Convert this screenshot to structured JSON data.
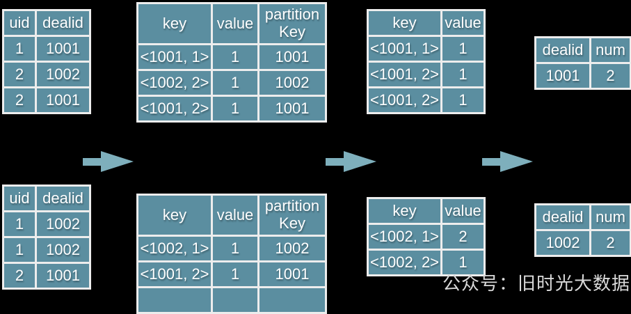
{
  "colors": {
    "background": "#000000",
    "table_fill": "#5b8ea0",
    "table_border": "#ededed",
    "table_text": "#ffffff",
    "arrow": "#7eafbc",
    "watermark": "#d9d9d9"
  },
  "watermark": {
    "text": "公众号：旧时光大数据"
  },
  "icons": {
    "flow_arrow": "right-arrow"
  },
  "tables": {
    "input_a": {
      "headers": [
        "uid",
        "dealid"
      ],
      "rows": [
        [
          "1",
          "1001"
        ],
        [
          "2",
          "1002"
        ],
        [
          "2",
          "1001"
        ]
      ]
    },
    "mapped_a": {
      "headers": [
        "key",
        "value",
        "partition\nKey"
      ],
      "rows": [
        [
          "<1001, 1>",
          "1",
          "1001"
        ],
        [
          "<1002, 2>",
          "1",
          "1002"
        ],
        [
          "<1001, 2>",
          "1",
          "1001"
        ]
      ]
    },
    "shuffled_a": {
      "headers": [
        "key",
        "value"
      ],
      "rows": [
        [
          "<1001, 1>",
          "1"
        ],
        [
          "<1001, 2>",
          "1"
        ],
        [
          "<1001, 2>",
          "1"
        ]
      ]
    },
    "result_a": {
      "headers": [
        "dealid",
        "num"
      ],
      "rows": [
        [
          "1001",
          "2"
        ]
      ]
    },
    "input_b": {
      "headers": [
        "uid",
        "dealid"
      ],
      "rows": [
        [
          "1",
          "1002"
        ],
        [
          "1",
          "1002"
        ],
        [
          "2",
          "1001"
        ]
      ]
    },
    "mapped_b": {
      "headers": [
        "key",
        "value",
        "partition\nKey"
      ],
      "rows": [
        [
          "<1002, 1>",
          "1",
          "1002"
        ],
        [
          "<1001, 2>",
          "1",
          "1001"
        ]
      ],
      "third_row_clipped": true
    },
    "shuffled_b": {
      "headers": [
        "key",
        "value"
      ],
      "rows": [
        [
          "<1002, 1>",
          "2"
        ],
        [
          "<1002, 2>",
          "1"
        ]
      ]
    },
    "result_b": {
      "headers": [
        "dealid",
        "num"
      ],
      "rows": [
        [
          "1002",
          "2"
        ]
      ]
    }
  }
}
